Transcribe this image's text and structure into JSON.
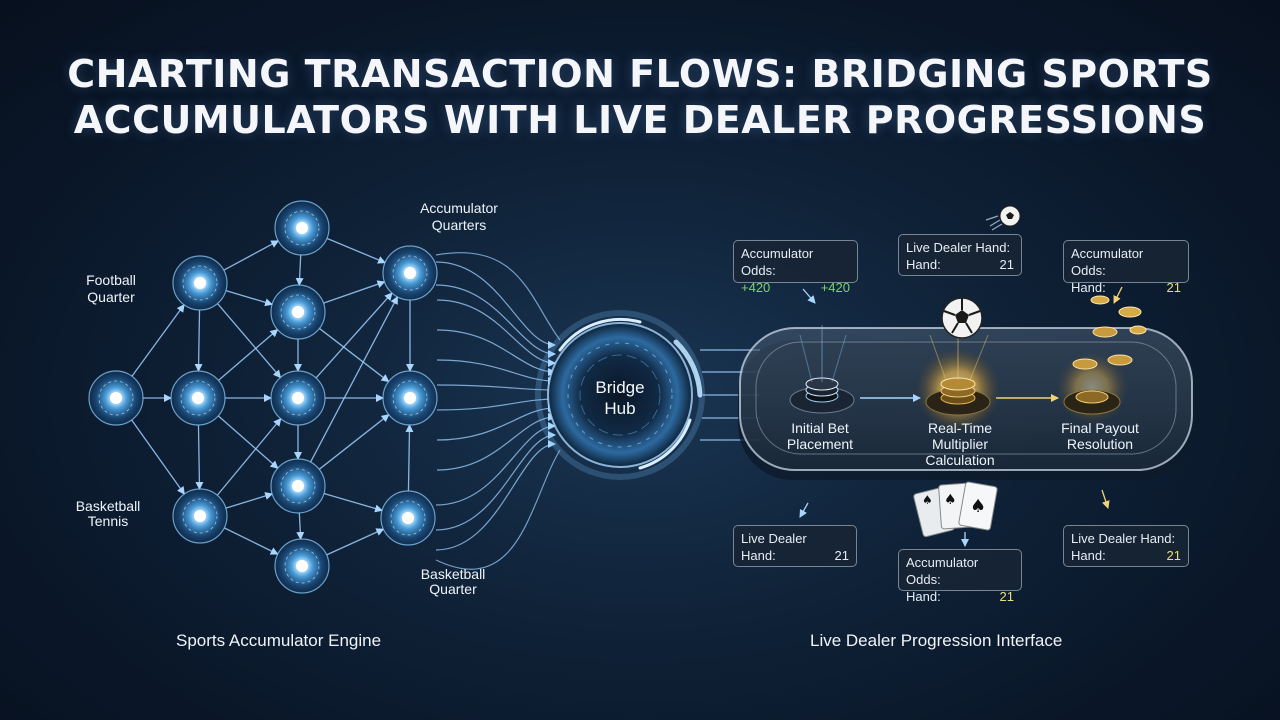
{
  "title": {
    "line1": "CHARTING TRANSACTION FLOWS: BRIDGING SPORTS",
    "line2": "ACCUMULATORS WITH LIVE DEALER PROGRESSIONS"
  },
  "network": {
    "labels": {
      "accumulator_quarters_1": "Accumulator",
      "accumulator_quarters_2": "Quarters",
      "football_1": "Football",
      "football_2": "Quarter",
      "basketball_tennis_1": "Basketball",
      "basketball_tennis_2": "Tennis",
      "basketball_quarter_1": "Basketball",
      "basketball_quarter_2": "Quarter"
    },
    "caption": "Sports Accumulator Engine"
  },
  "hub": {
    "line1": "Bridge",
    "line2": "Hub"
  },
  "table": {
    "caption": "Live Dealer Progression Interface",
    "stations": {
      "initial_1": "Initial Bet",
      "initial_2": "Placement",
      "realtime_1": "Real-Time",
      "realtime_2": "Multiplier",
      "realtime_3": "Calculation",
      "final_1": "Final Payout",
      "final_2": "Resolution"
    }
  },
  "cards": {
    "top_left": {
      "label": "Accumulator Odds:",
      "v1": "+420",
      "v2": "+420"
    },
    "top_mid": {
      "label": "Live Dealer Hand:",
      "key": "Hand:",
      "value": "21"
    },
    "top_right": {
      "label": "Accumulator Odds:",
      "key": "Hand:",
      "value": "21"
    },
    "bot_left": {
      "label": "Live Dealer",
      "key": "Hand:",
      "value": "21"
    },
    "bot_mid": {
      "label": "Accumulator Odds:",
      "key": "Hand:",
      "value": "21"
    },
    "bot_right": {
      "label": "Live Dealer Hand:",
      "key": "Hand:",
      "value": "21"
    }
  },
  "colors": {
    "node_glow": "#6fc3ff",
    "link": "#9fcfff",
    "accent_green": "#7bd46b",
    "accent_yellow": "#e9e07a",
    "gold": "#e4b24a"
  }
}
